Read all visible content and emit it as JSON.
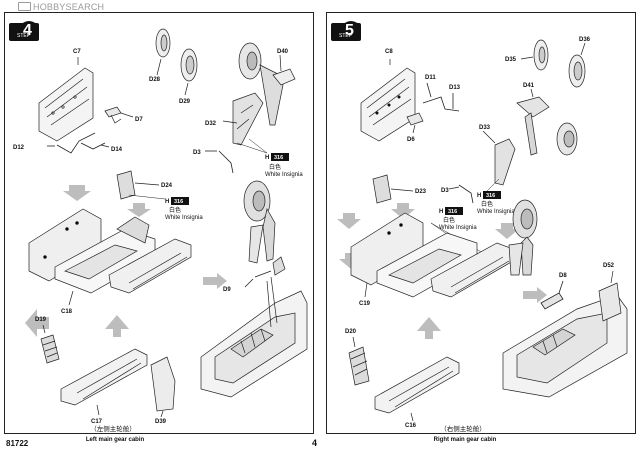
{
  "watermark": "HOBBYSEARCH",
  "footer": {
    "kit_code": "81722",
    "page_number": "4"
  },
  "steps": [
    {
      "step_label": "STEP",
      "step_number": "4",
      "parts": {
        "c7": "C7",
        "d28": "D28",
        "d29": "D29",
        "d40": "D40",
        "d7": "D7",
        "d12": "D12",
        "d14": "D14",
        "d32": "D32",
        "d3": "D3",
        "d24": "D24",
        "c18": "C18",
        "d9": "D9",
        "d19": "D19",
        "c17": "C17",
        "d39": "D39"
      },
      "paint_a": {
        "code_prefix": "H",
        "code": "316",
        "cn": "白色",
        "en": "White Insignia"
      },
      "paint_b": {
        "code_prefix": "H",
        "code": "316",
        "cn": "白色",
        "en": "White Insignia"
      },
      "caption_cn": "（左侧主轮舱）",
      "caption_en": "Left main gear cabin"
    },
    {
      "step_label": "STEP",
      "step_number": "5",
      "parts": {
        "c8": "C8",
        "d11": "D11",
        "d13": "D13",
        "d35": "D35",
        "d36": "D36",
        "d41": "D41",
        "d6": "D6",
        "d33": "D33",
        "d3": "D3",
        "d23": "D23",
        "c19": "C19",
        "d8": "D8",
        "d52": "D52",
        "d20": "D20",
        "c16": "C16"
      },
      "paint_a": {
        "code_prefix": "H",
        "code": "316",
        "cn": "白色",
        "en": "White Insignia"
      },
      "paint_b": {
        "code_prefix": "H",
        "code": "316",
        "cn": "白色",
        "en": "White Insignia"
      },
      "caption_cn": "（右侧主轮舱）",
      "caption_en": "Right main gear cabin"
    }
  ]
}
